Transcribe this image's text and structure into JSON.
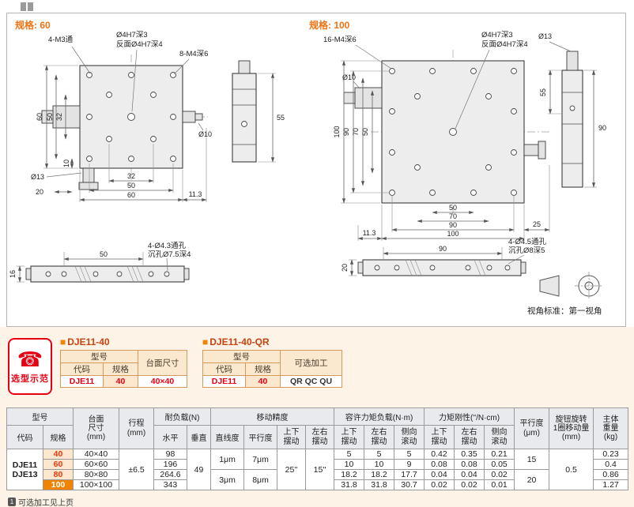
{
  "colors": {
    "accent_orange": "#f08300",
    "value_red": "#e60012",
    "title_red": "#c8430f",
    "table_header_bg": "#e8eaed",
    "spec_cell_bg": "#fde8cf",
    "lower_bg": "#fdf3e6"
  },
  "drawings": {
    "left": {
      "spec_label": "规格: 60",
      "label_corner_holes": "4-M3通",
      "label_center_hole": "Ø4H7深3",
      "label_center_hole_back": "反面Ø4H7深4",
      "label_side_holes": "8-M4深6",
      "dim_height_60": "60",
      "dim_height_50": "50",
      "dim_height_32": "32",
      "dim_offset_10": "10",
      "dim_knob_dia": "Ø13",
      "dim_knob_20": "20",
      "dim_width_32": "32",
      "dim_width_50": "50",
      "dim_width_60": "60",
      "dim_overhang": "11.3",
      "dim_actuator_dia": "Ø10",
      "dim_side_height": "55",
      "bottom_dim_50": "50",
      "bottom_dim_16": "16",
      "bottom_label_holes": "4-Ø4.3通孔",
      "bottom_label_cbore": "沉孔Ø7.5深4"
    },
    "right": {
      "spec_label": "规格: 100",
      "label_corner_holes": "16-M4深6",
      "label_center_hole": "Ø4H7深3",
      "label_center_hole_back": "反面Ø4H7深4",
      "dim_knob_dia": "Ø13",
      "dim_shaft_dia": "Ø10",
      "dim_55": "55",
      "dim_height_100": "100",
      "dim_height_90": "90",
      "dim_height_70": "70",
      "dim_height_50": "50",
      "dim_width_50": "50",
      "dim_width_70": "70",
      "dim_width_90": "90",
      "dim_width_100": "100",
      "dim_overhang": "11.3",
      "dim_right_25": "25",
      "dim_side_height": "90",
      "bottom_dim_90": "90",
      "bottom_dim_20": "20",
      "bottom_label_holes": "4-Ø4.5通孔",
      "bottom_label_cbore": "沉孔Ø8深5"
    },
    "view_note": "视角标准：第一视角"
  },
  "badge": {
    "label": "选型示范",
    "phone_icon": "☎"
  },
  "model_tables": {
    "bullet": "■",
    "t1": {
      "title": "DJE11-40",
      "h_model": "型号",
      "h_col3": "台面尺寸",
      "h_code": "代码",
      "h_spec": "规格",
      "code": "DJE11",
      "spec": "40",
      "value": "40×40"
    },
    "t2": {
      "title": "DJE11-40-QR",
      "h_model": "型号",
      "h_col3": "可选加工",
      "h_code": "代码",
      "h_spec": "规格",
      "code": "DJE11",
      "spec": "40",
      "value": "QR QC QU"
    }
  },
  "spec_table": {
    "h": {
      "model": "型号",
      "code": "代码",
      "spec": "规格",
      "surface": "台面\n尺寸\n(mm)",
      "travel": "行程\n(mm)",
      "load": "耐负载(N)",
      "load_h": "水平",
      "load_v": "垂直",
      "accuracy": "移动精度",
      "straight": "直线度",
      "parallel": "平行度",
      "pitch": "上下\n摆动",
      "yaw": "左右\n摆动",
      "moment": "容许力矩负载(N·m)",
      "m_pitch": "上下\n摆动",
      "m_yaw": "左右\n摆动",
      "m_roll": "侧向\n滚动",
      "rigidity": "力矩刚性(''/N·cm)",
      "r_pitch": "上下\n摆动",
      "r_yaw": "左右\n摆动",
      "r_roll": "侧向\n滚动",
      "parallel_um": "平行度\n(μm)",
      "knob": "旋钮旋转\n1圈移动量\n(mm)",
      "weight": "主体\n重量\n(kg)"
    },
    "code": "DJE11\nDJE13",
    "travel": "±6.5",
    "vertical": "49",
    "straight_a": "1μm",
    "parallel_a": "7μm",
    "straight_b": "3μm",
    "parallel_b": "8μm",
    "pitch": "25''",
    "yaw": "15''",
    "pum_a": "15",
    "pum_b": "20",
    "knob": "0.5",
    "rows": [
      {
        "spec": "40",
        "surface": "40×40",
        "h": "98",
        "mp": "5",
        "my": "5",
        "mr": "5",
        "rp": "0.42",
        "ry": "0.35",
        "rr": "0.21",
        "w": "0.23"
      },
      {
        "spec": "60",
        "surface": "60×60",
        "h": "196",
        "mp": "10",
        "my": "10",
        "mr": "9",
        "rp": "0.08",
        "ry": "0.08",
        "rr": "0.05",
        "w": "0.4"
      },
      {
        "spec": "80",
        "surface": "80×80",
        "h": "264.6",
        "mp": "18.2",
        "my": "18.2",
        "mr": "17.7",
        "rp": "0.04",
        "ry": "0.04",
        "rr": "0.02",
        "w": "0.86"
      },
      {
        "spec": "100",
        "surface": "100×100",
        "h": "343",
        "mp": "31.8",
        "my": "31.8",
        "mr": "30.7",
        "rp": "0.02",
        "ry": "0.02",
        "rr": "0.01",
        "w": "1.27"
      }
    ]
  },
  "footer": {
    "badge": "1",
    "text": "可选加工见上页"
  }
}
